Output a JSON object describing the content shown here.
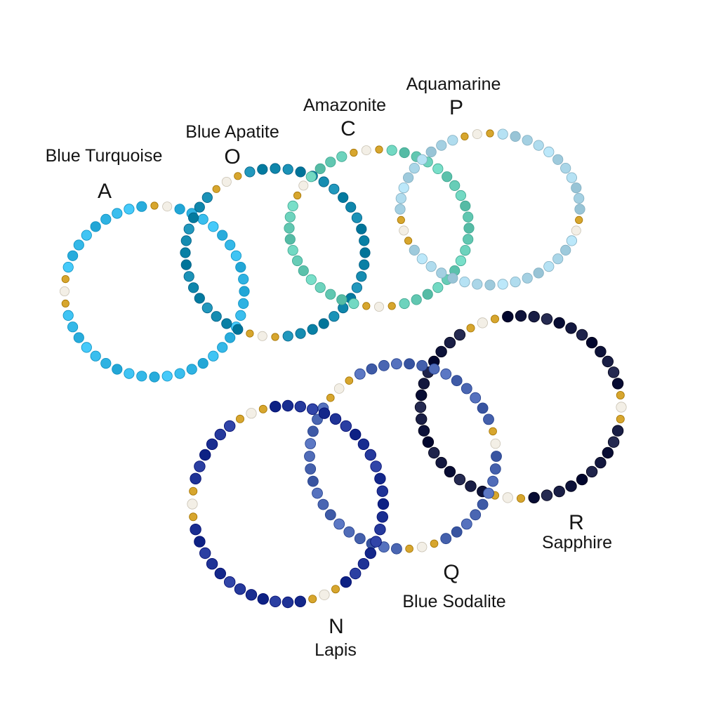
{
  "colors": {
    "background": "#ffffff",
    "text": "#141414",
    "gold_bead": "#d7a62e",
    "pearl_bead": "#f3efe6"
  },
  "bracelets": [
    {
      "id": "A",
      "letter": "A",
      "name": "Blue Turquoise",
      "bead_color": "#34b8e8"
    },
    {
      "id": "O",
      "letter": "O",
      "name": "Blue Apatite",
      "bead_color": "#0f86ab"
    },
    {
      "id": "C",
      "letter": "C",
      "name": "Amazonite",
      "bead_color": "#67cdb7"
    },
    {
      "id": "P",
      "letter": "P",
      "name": "Aquamarine",
      "bead_color": "#aad6e8"
    },
    {
      "id": "N",
      "letter": "N",
      "name": "Lapis",
      "bead_color": "#1f3396"
    },
    {
      "id": "Q",
      "letter": "Q",
      "name": "Blue Sodalite",
      "bead_color": "#4a66b2"
    },
    {
      "id": "R",
      "letter": "R",
      "name": "Sapphire",
      "bead_color": "#13183f"
    }
  ]
}
